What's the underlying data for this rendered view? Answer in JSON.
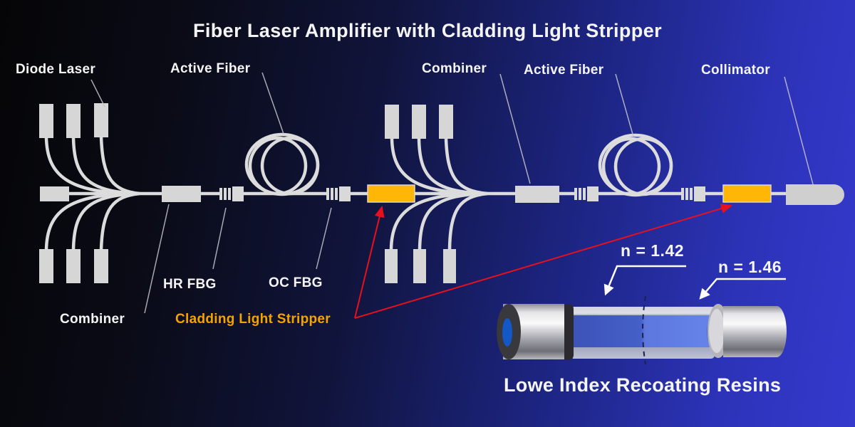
{
  "title": "Fiber Laser Amplifier with Cladding Light Stripper",
  "labels": {
    "diode_laser": "Diode Laser",
    "active_fiber_1": "Active Fiber",
    "combiner_top": "Combiner",
    "active_fiber_2": "Active Fiber",
    "collimator": "Collimator",
    "hr_fbg": "HR FBG",
    "oc_fbg": "OC FBG",
    "combiner_bottom": "Combiner",
    "cladding_light_stripper": "Cladding Light Stripper"
  },
  "inset": {
    "n_left": "n = 1.42",
    "n_right": "n = 1.46",
    "caption": "Lowe Index Recoating Resins"
  },
  "colors": {
    "background_left": "#050507",
    "background_right": "#3539cd",
    "fiber": "#dcdcdc",
    "component_gray": "#d6d6d6",
    "stripper_box": "#ffb606",
    "stripper_label": "#f5a300",
    "callout_red": "#e8101c",
    "label_text": "#f5f5f5",
    "core_blue_dark": "#3c53b8",
    "core_blue_light": "#5d78de",
    "core_face_blue": "#1458c8"
  }
}
